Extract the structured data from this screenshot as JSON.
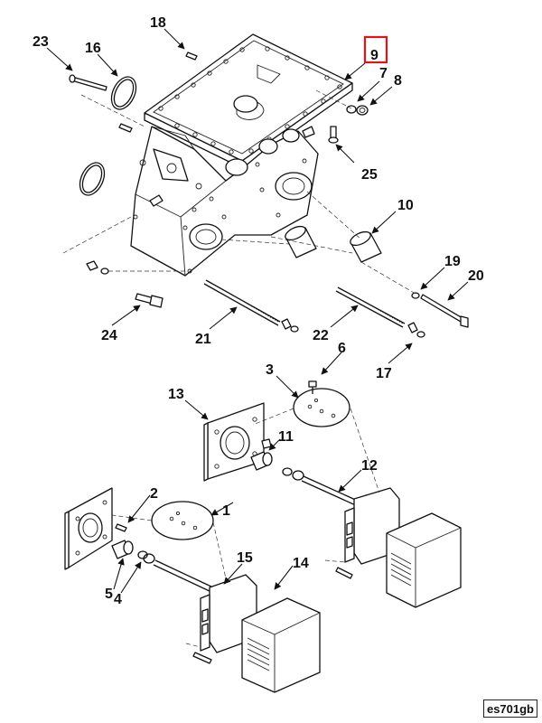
{
  "diagram": {
    "reference_code": "es701gb",
    "highlighted_callout": "9",
    "highlight_color": "#e0141b",
    "callouts": {
      "c1": "1",
      "c2": "2",
      "c3": "3",
      "c4": "4",
      "c5": "5",
      "c6": "6",
      "c7": "7",
      "c8": "8",
      "c9": "9",
      "c10": "10",
      "c11": "11",
      "c12": "12",
      "c13": "13",
      "c14": "14",
      "c15": "15",
      "c16": "16",
      "c17": "17",
      "c18": "18",
      "c19": "19",
      "c20": "20",
      "c21": "21",
      "c22": "22",
      "c23": "23",
      "c24": "24",
      "c25": "25"
    }
  }
}
